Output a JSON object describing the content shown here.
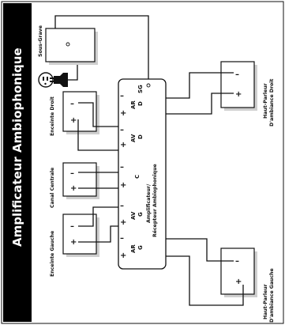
{
  "title": "Amplificateur Ambiophonique",
  "labels": {
    "sub": "Sous-Grave",
    "front_right": "Enceinte Droit",
    "center": "Canal Centrale",
    "front_left": "Enceinte Gauche",
    "rear_right_1": "Haut-Parleur",
    "rear_right_2": "D'ambiance Droit",
    "rear_left_1": "Haut-Parleur",
    "rear_left_2": "D'ambiance Gauche",
    "amp_1": "Amplificateur/",
    "amp_2": "Récepteur Ambiophonique"
  },
  "terminals": {
    "sg": "SG",
    "ar_d_1": "AR",
    "ar_d_2": "D",
    "av_d_1": "AV",
    "av_d_2": "D",
    "c": "C",
    "av_g_1": "AV",
    "av_g_2": "G",
    "ar_g_1": "AR",
    "ar_g_2": "G"
  },
  "signs": {
    "minus": "–",
    "plus": "+"
  },
  "icons": [
    "outlet-icon",
    "plug-icon"
  ]
}
